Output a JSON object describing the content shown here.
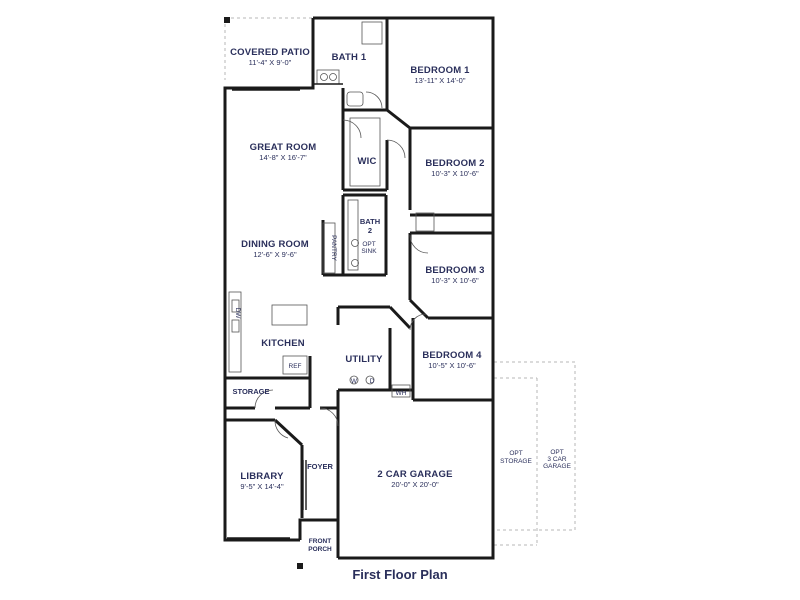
{
  "caption": "First Floor Plan",
  "rooms": {
    "covered_patio": {
      "name": "COVERED PATIO",
      "dim": "11'-4\" X 9'-0\""
    },
    "bath1": {
      "name": "BATH 1"
    },
    "bedroom1": {
      "name": "BEDROOM 1",
      "dim": "13'-11\" X 14'-0\""
    },
    "great_room": {
      "name": "GREAT ROOM",
      "dim": "14'-8\" X 16'-7\""
    },
    "wic": {
      "name": "WIC"
    },
    "bedroom2": {
      "name": "BEDROOM 2",
      "dim": "10'-3\" X 10'-6\""
    },
    "bath2": {
      "line1": "BATH",
      "line2": "2"
    },
    "pantry": {
      "name": "PANTRY"
    },
    "opt_sink": {
      "line1": "OPT",
      "line2": "SINK"
    },
    "dining_room": {
      "name": "DINING ROOM",
      "dim": "12'-6\" X 9'-6\""
    },
    "bedroom3": {
      "name": "BEDROOM 3",
      "dim": "10'-3\" X 10'-6\""
    },
    "kitchen": {
      "name": "KITCHEN"
    },
    "dw": {
      "name": "DW"
    },
    "ref": {
      "name": "REF"
    },
    "utility": {
      "name": "UTILITY"
    },
    "washer": {
      "name": "W"
    },
    "dryer": {
      "name": "D"
    },
    "water_heater": {
      "name": "WH"
    },
    "bedroom4": {
      "name": "BEDROOM 4",
      "dim": "10'-5\" X 10'-6\""
    },
    "storage": {
      "name": "STORAGE"
    },
    "library": {
      "name": "LIBRARY",
      "dim": "9'-5\" X 14'-4\""
    },
    "foyer": {
      "name": "FOYER"
    },
    "garage": {
      "name": "2 CAR GARAGE",
      "dim": "20'-0\" X 20'-0\""
    },
    "opt_storage": {
      "line1": "OPT",
      "line2": "STORAGE"
    },
    "opt_3car": {
      "line1": "OPT",
      "line2": "3 CAR",
      "line3": "GARAGE"
    },
    "front_porch": {
      "line1": "FRONT",
      "line2": "PORCH"
    }
  }
}
